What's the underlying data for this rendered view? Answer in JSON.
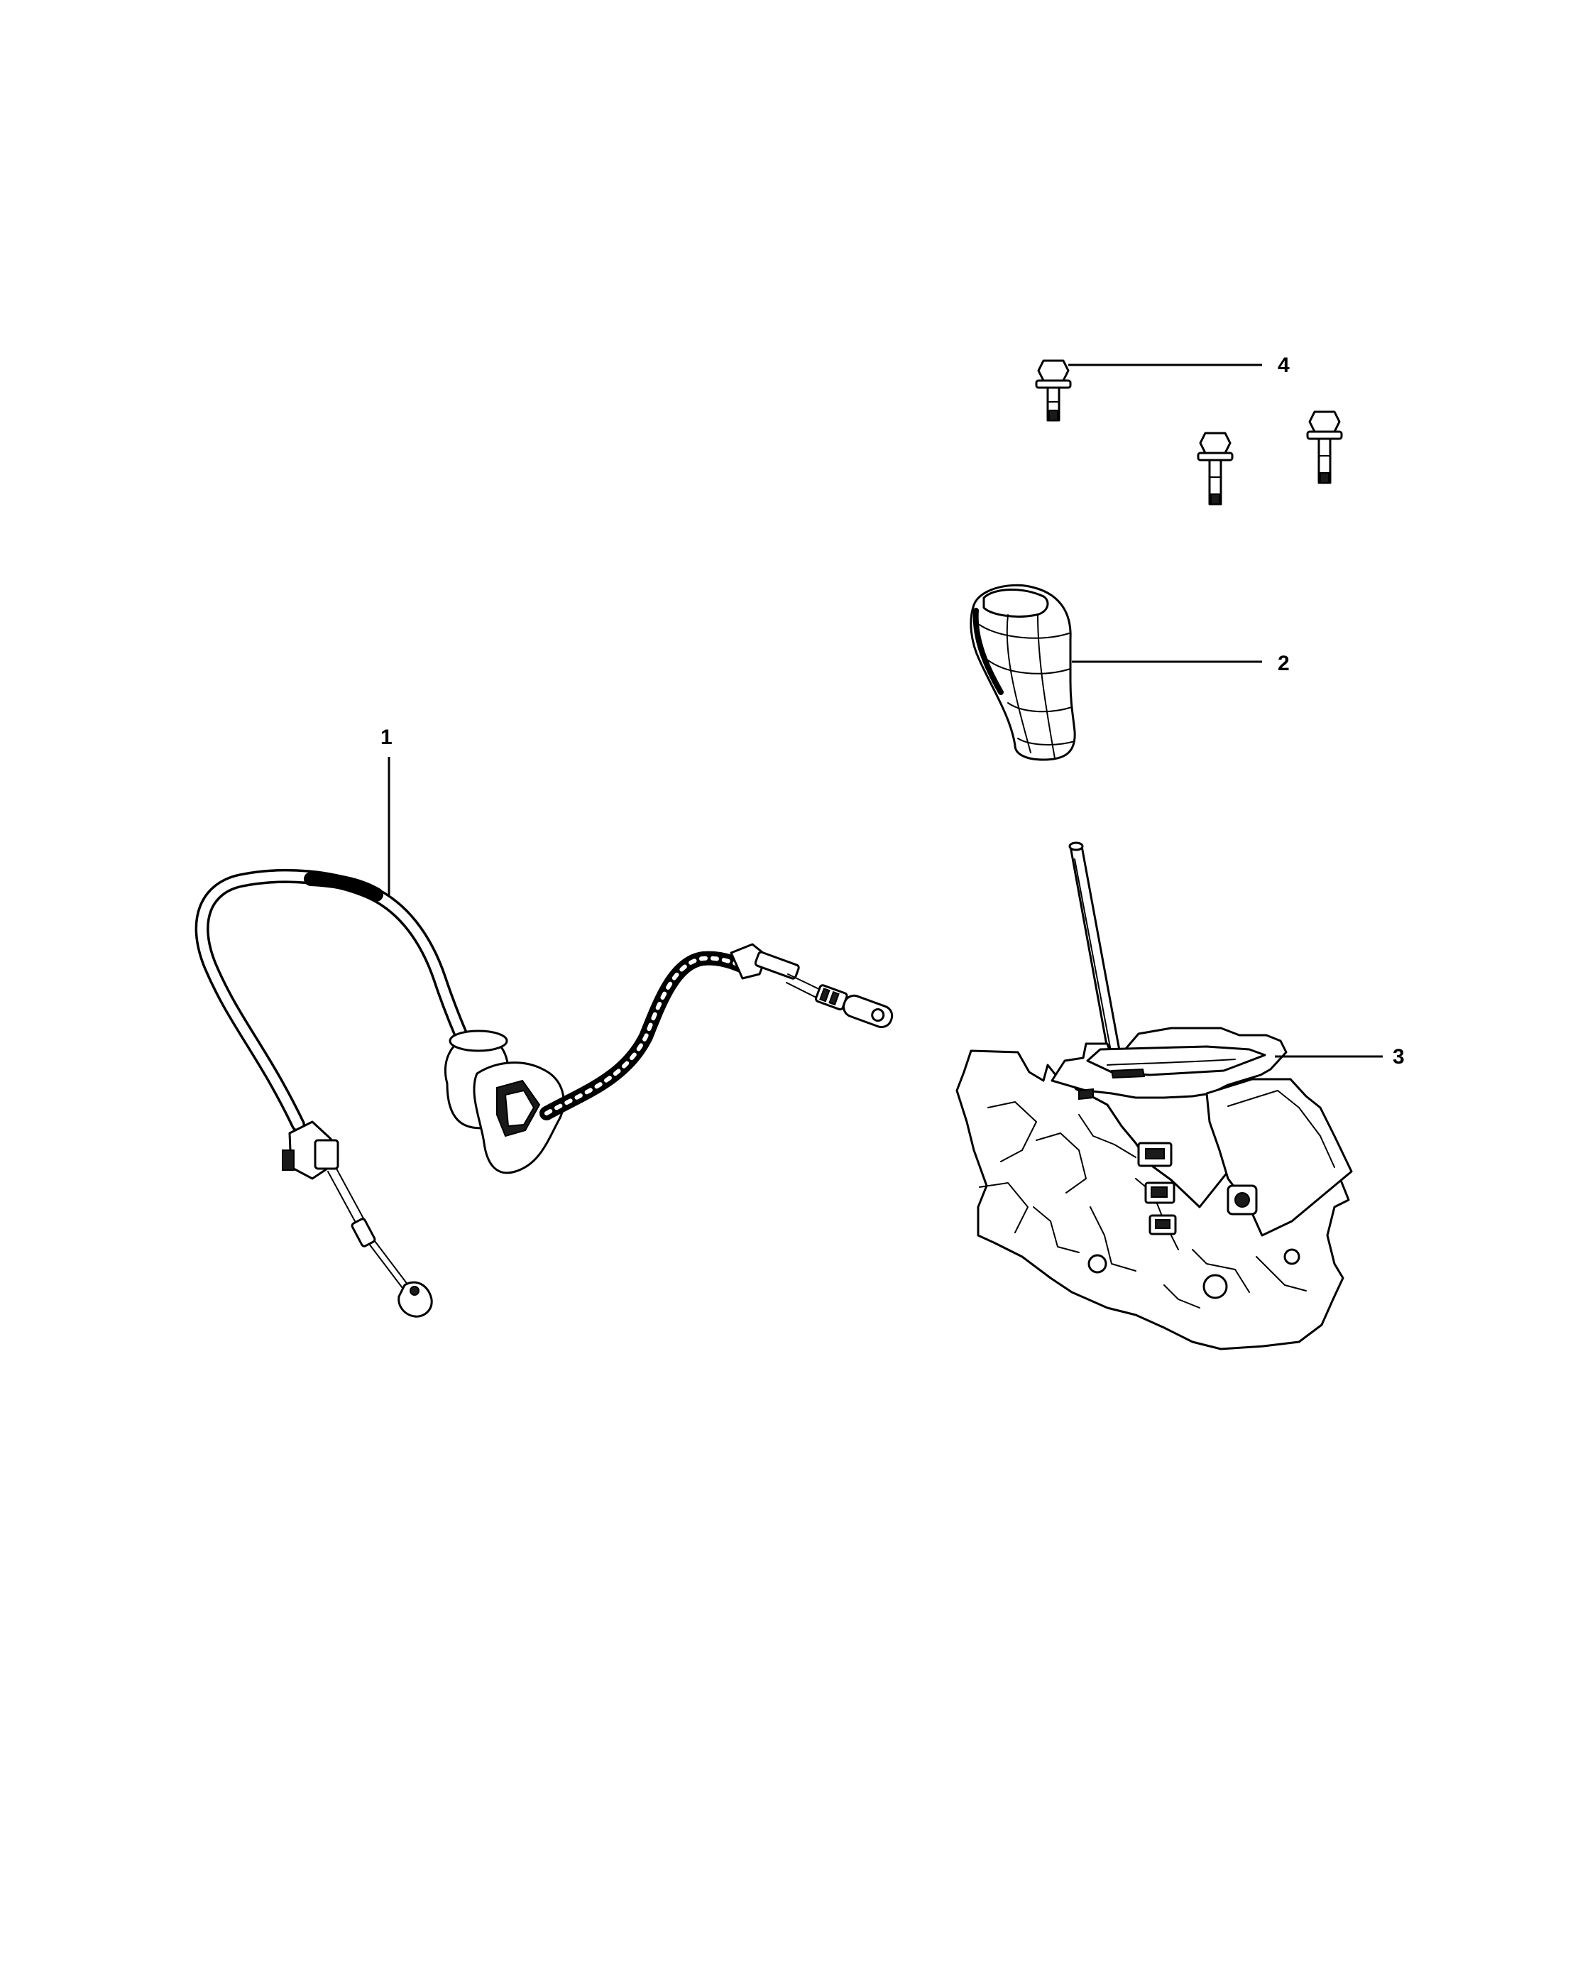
{
  "callouts": [
    {
      "number": "1",
      "part": "gearshift-cable"
    },
    {
      "number": "2",
      "part": "shift-knob"
    },
    {
      "number": "3",
      "part": "shifter-assembly"
    },
    {
      "number": "4",
      "part": "bolts"
    }
  ],
  "colors": {
    "line": "#000000",
    "background": "#ffffff"
  }
}
